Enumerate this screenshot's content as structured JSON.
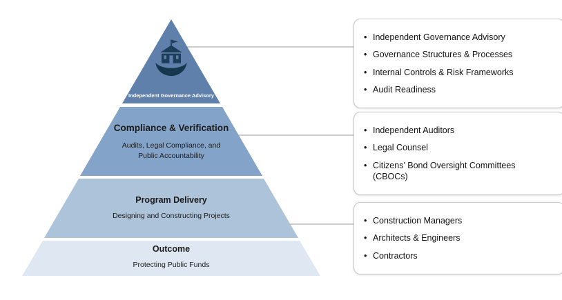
{
  "pyramid": {
    "tier1": {
      "label": "Independent Governance Advisory",
      "icon": "school-building-in-hand"
    },
    "tier2": {
      "title": "Compliance & Verification",
      "subtitle": "Audits, Legal Compliance, and\nPublic Accountability"
    },
    "tier3": {
      "title": "Program Delivery",
      "subtitle": "Designing and Constructing Projects"
    },
    "tier4": {
      "title": "Outcome",
      "subtitle": "Protecting Public Funds"
    }
  },
  "callouts": {
    "box1": {
      "items": [
        "Independent Governance Advisory",
        "Governance Structures & Processes",
        "Internal Controls & Risk Frameworks",
        "Audit Readiness"
      ]
    },
    "box2": {
      "items": [
        "Independent Auditors",
        "Legal Counsel",
        "Citizens’ Bond Oversight Committees\n(CBOCs)"
      ]
    },
    "box3": {
      "items": [
        "Construction Managers",
        "Architects & Engineers",
        "Contractors"
      ]
    }
  },
  "colors": {
    "tier1": "#5e80aa",
    "tier2": "#84a3c8",
    "tier3": "#adc3da",
    "tier4": "#dfe8f2",
    "icon_dark": "#1d3e59",
    "hand": "#16384f",
    "connector": "#9a9a9a",
    "text_dark": "#1b1b1b"
  }
}
